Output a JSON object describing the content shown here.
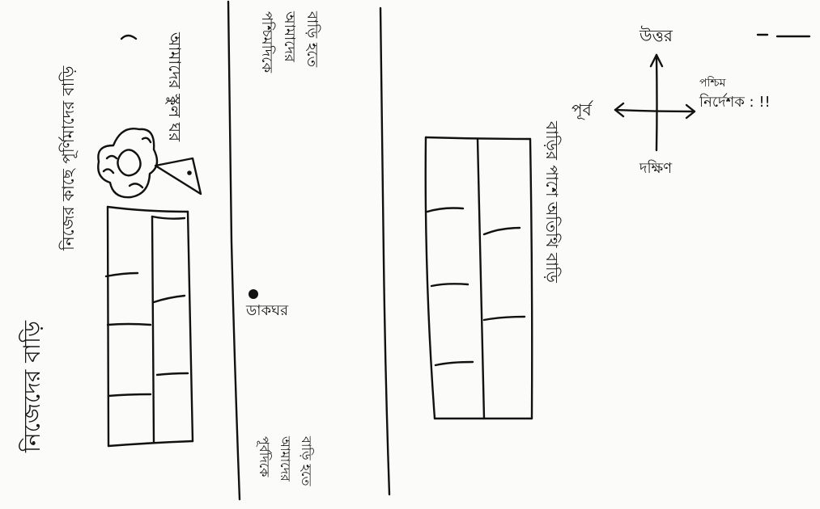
{
  "compass": {
    "north": "উত্তর",
    "south": "দক্ষিণ",
    "east": "পূর্ব",
    "west": "পশ্চিম",
    "index_label": "নির্দেশক : !!"
  },
  "left_section": {
    "house_text": "নিজেদের বাড়ি",
    "school_text": "আমাদের স্কুল ঘর",
    "building_text": "নিজের কাছে পূর্ণিমাদের বাড়ি"
  },
  "road": {
    "top_text": [
      "পশ্চিমদিকে",
      "আমাদের",
      "বাড়ি হতে"
    ],
    "mid_text": "ডাকঘর",
    "bottom_text": [
      "পূর্বদিকে",
      "আমাদের",
      "বাড়ি হতে"
    ]
  },
  "right_section": {
    "building_label": "বাড়ির পাশে অতিথি বাড়ি"
  }
}
